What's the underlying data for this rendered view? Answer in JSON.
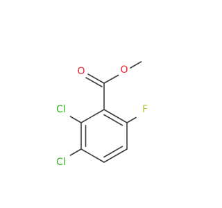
{
  "molecule": {
    "atoms": {
      "o_carbonyl": {
        "label": "O",
        "color": "#e8222c"
      },
      "o_ester": {
        "label": "O",
        "color": "#e8222c"
      },
      "cl_2": {
        "label": "Cl",
        "color": "#2fb11d"
      },
      "cl_3": {
        "label": "Cl",
        "color": "#2fb11d"
      },
      "f_6": {
        "label": "F",
        "color": "#b7c83a"
      }
    },
    "bond_color": "#3b3b3b"
  }
}
